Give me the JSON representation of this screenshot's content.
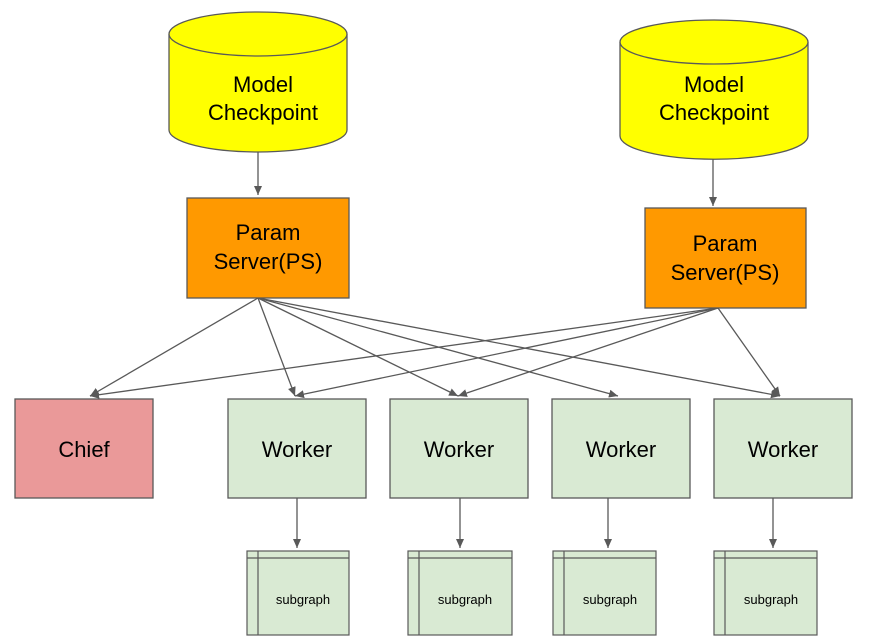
{
  "colors": {
    "cylinder": "#ffff00",
    "param_server": "#ff9900",
    "chief": "#ea9999",
    "worker": "#d9ead3",
    "subgraph": "#d9ead3",
    "border": "#595959",
    "arrow": "#595959"
  },
  "checkpoints": [
    {
      "line1": "Model",
      "line2": "Checkpoint"
    },
    {
      "line1": "Model",
      "line2": "Checkpoint"
    }
  ],
  "param_servers": [
    {
      "line1": "Param",
      "line2": "Server(PS)"
    },
    {
      "line1": "Param",
      "line2": "Server(PS)"
    }
  ],
  "chief": {
    "label": "Chief"
  },
  "workers": [
    {
      "label": "Worker"
    },
    {
      "label": "Worker"
    },
    {
      "label": "Worker"
    },
    {
      "label": "Worker"
    }
  ],
  "subgraphs": [
    {
      "label": "subgraph"
    },
    {
      "label": "subgraph"
    },
    {
      "label": "subgraph"
    },
    {
      "label": "subgraph"
    }
  ]
}
